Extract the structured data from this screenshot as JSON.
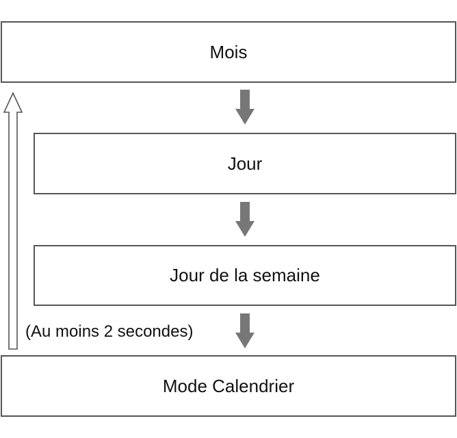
{
  "steps": {
    "month": "Mois",
    "day": "Jour",
    "weekday": "Jour de la semaine",
    "calendar_mode": "Mode Calendrier"
  },
  "note": "(Au moins 2 secondes)",
  "colors": {
    "border": "#555555",
    "arrow_fill": "#777777",
    "text": "#111111",
    "return_arrow_stroke": "#555555"
  },
  "icons": {
    "step_arrow": "down-arrow-icon",
    "return_arrow": "up-arrow-icon"
  }
}
